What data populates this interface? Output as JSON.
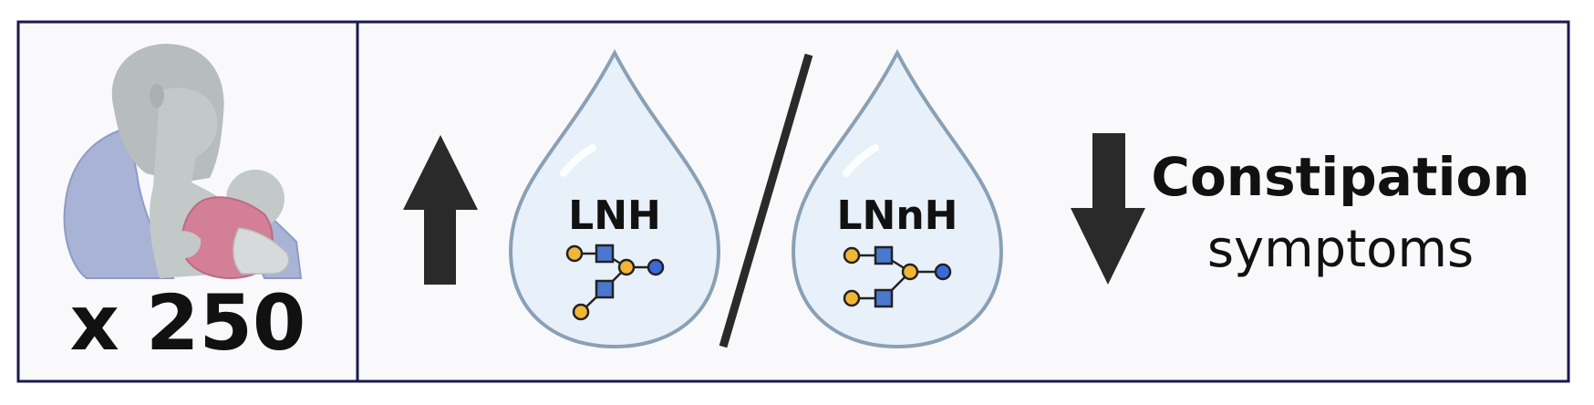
{
  "left_panel": {
    "count": "x 250"
  },
  "right_panel": {
    "lnh": {
      "label": "LNH"
    },
    "lnnh": {
      "label": "LNnH"
    },
    "outcome": {
      "title": "Constipation",
      "subtitle": "symptoms"
    }
  },
  "icons": {
    "mother": "breastfeeding-mother-icon",
    "up": "arrow-up-icon",
    "down": "arrow-down-icon",
    "drop": "milk-drop-icon",
    "glycan": "glycan-structure-icon"
  },
  "colors": {
    "frame": "#1a1a4e",
    "panel_bg": "#f9f9fc",
    "arrow": "#2a2a2a",
    "drop_fill": "#e8f0fa",
    "drop_stroke": "#8aa0b4",
    "galactose": "#f2b636",
    "glcnac": "#4a78d0",
    "glucose": "#3a6ad8",
    "mother_skin": "#c3c8c8",
    "mother_robe": "#a9b3d6",
    "baby_cloth": "#d27f97"
  }
}
